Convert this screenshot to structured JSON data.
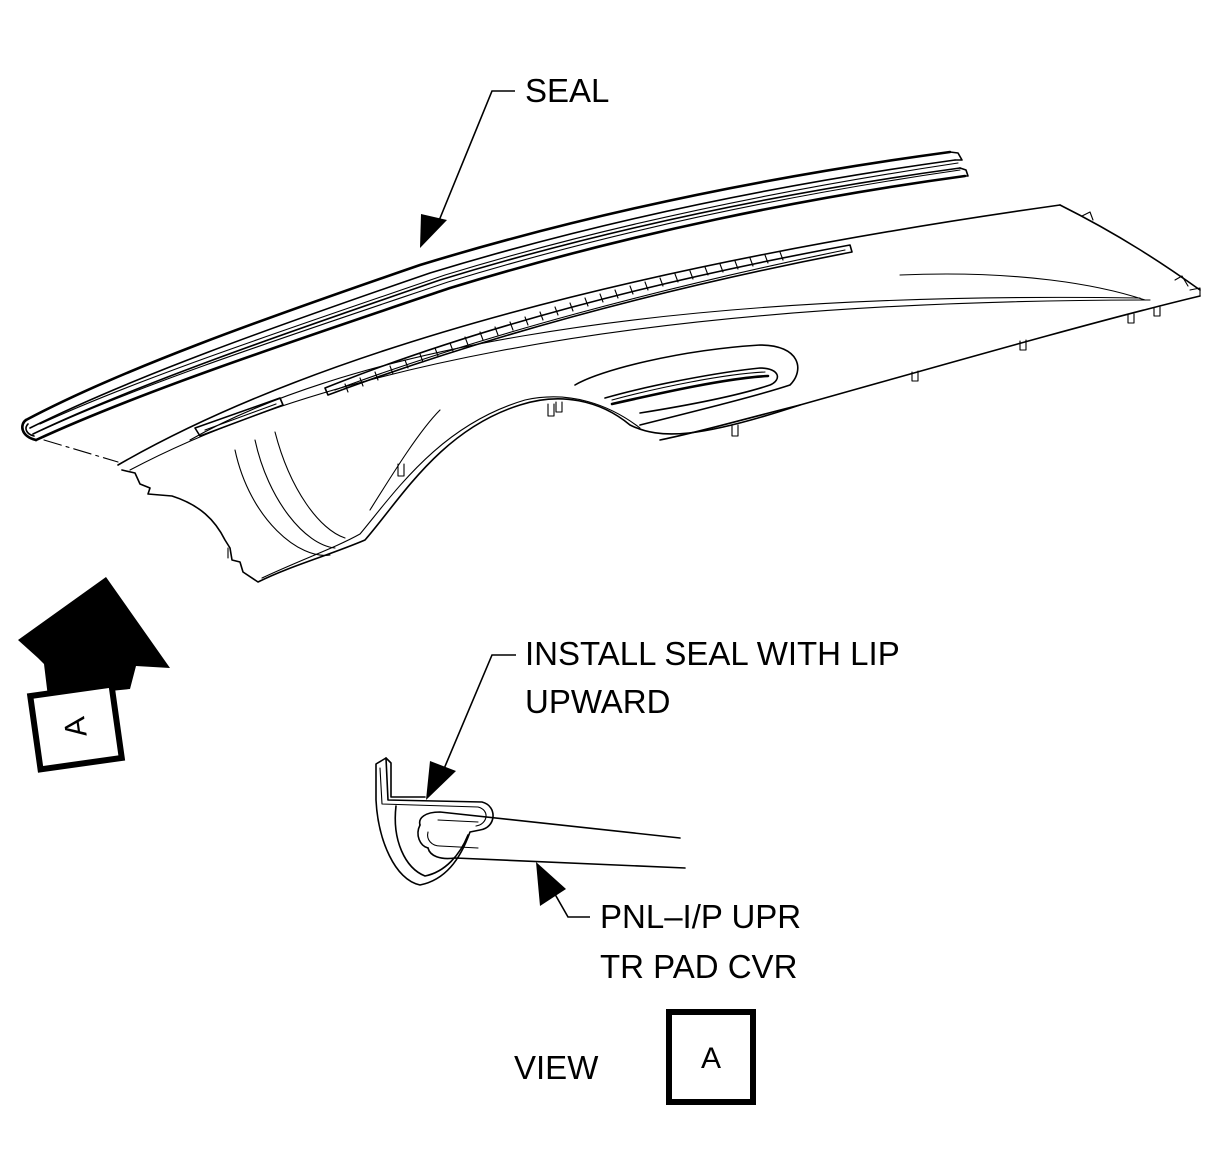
{
  "labels": {
    "seal": "SEAL",
    "install_line1": "INSTALL SEAL WITH LIP",
    "install_line2": "UPWARD",
    "panel_line1": "PNL–I/P UPR",
    "panel_line2": "TR PAD CVR",
    "view": "VIEW",
    "view_ref": "A",
    "view_arrow_ref": "A"
  }
}
